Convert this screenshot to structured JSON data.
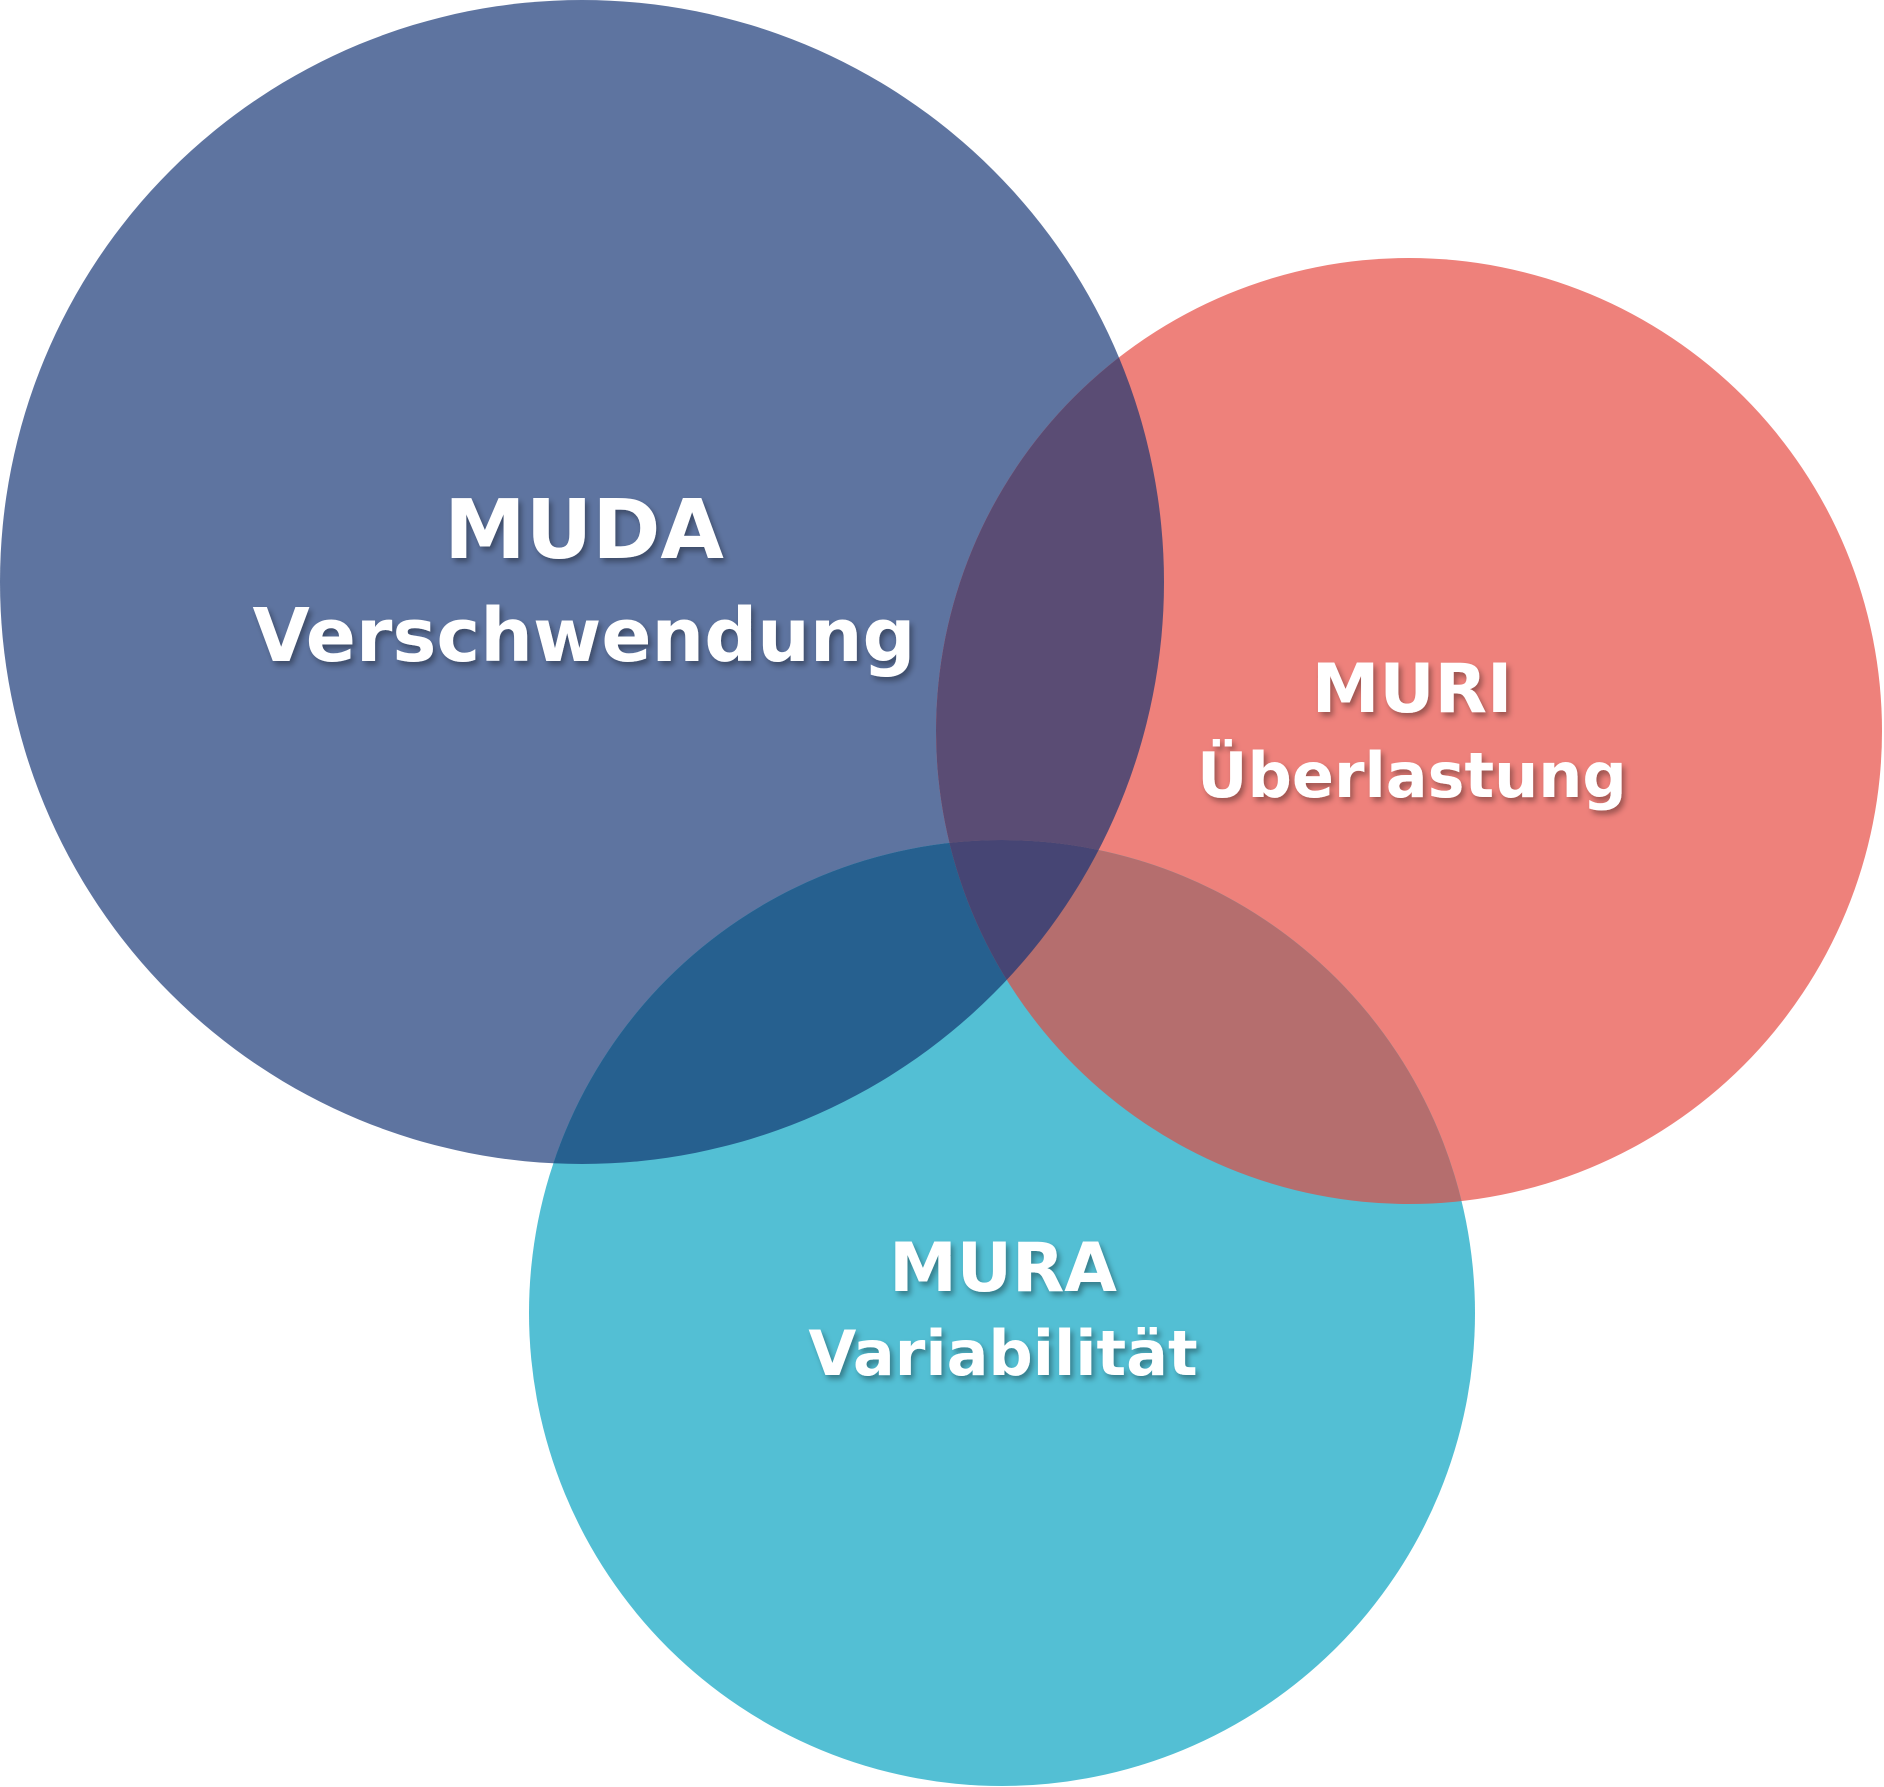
{
  "diagram": {
    "type": "venn",
    "sets": [
      {
        "id": "muda",
        "title": "MUDA",
        "subtitle": "Verschwendung",
        "color": "#5e74a0"
      },
      {
        "id": "muri",
        "title": "MURI",
        "subtitle": "Überlastung",
        "color": "#ee817b"
      },
      {
        "id": "mura",
        "title": "MURA",
        "subtitle": "Variabilität",
        "color": "#53bfd4"
      }
    ],
    "overlap_colors": {
      "muda_muri": "#5a4c74",
      "muda_mura": "#26608f",
      "muri_mura": "#b56e6e",
      "all_three": "#464574"
    }
  }
}
